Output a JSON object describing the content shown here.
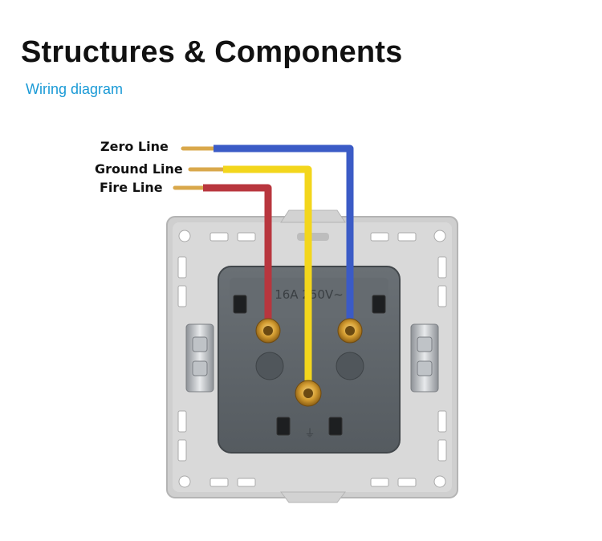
{
  "header": {
    "title": "Structures & Components",
    "subtitle": "Wiring diagram"
  },
  "wires": [
    {
      "label": "Zero Line",
      "color": "#3b5bc6"
    },
    {
      "label": "Ground Line",
      "color": "#f3d61c"
    },
    {
      "label": "Fire Line",
      "color": "#b8363e"
    }
  ],
  "socket": {
    "rating_text": "16A 250V~",
    "frame_color": "#d2d2d2",
    "body_color": "#5e6469",
    "terminal_color": "#d09a2a",
    "ground_symbol": "⏚"
  }
}
